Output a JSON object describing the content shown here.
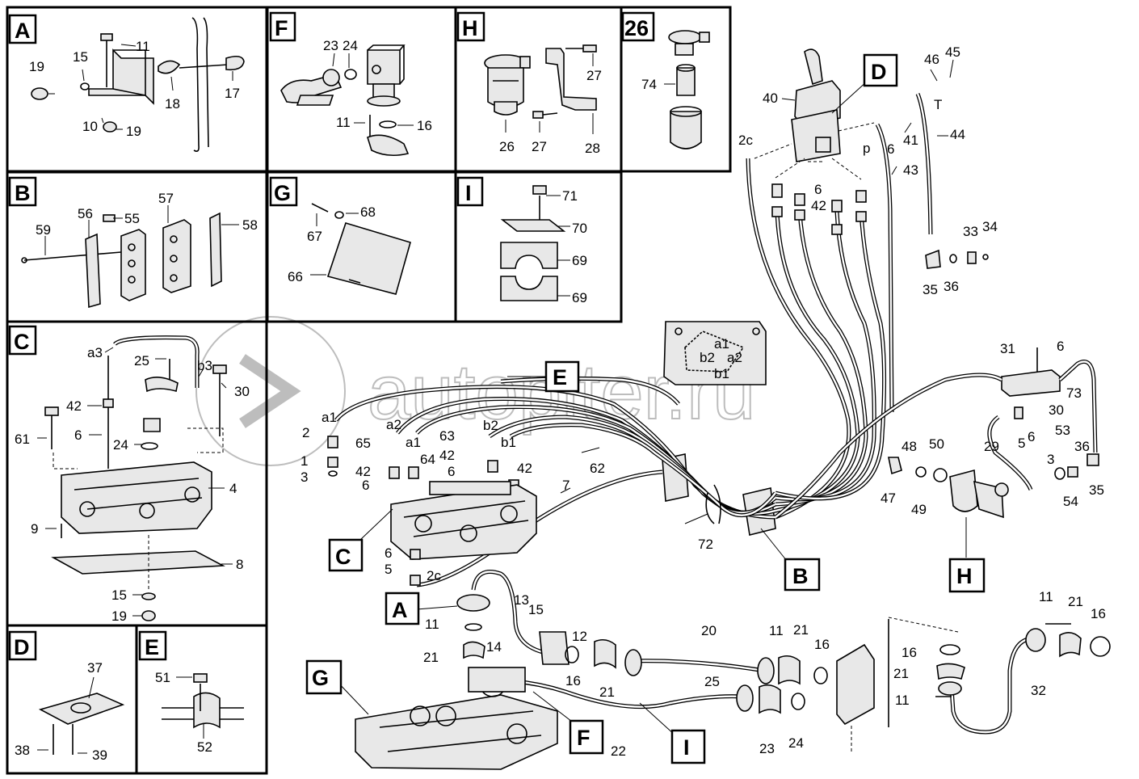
{
  "watermark": "autopiter.ru",
  "panels": [
    {
      "letter": "A"
    },
    {
      "letter": "F"
    },
    {
      "letter": "H"
    },
    {
      "letter": "26"
    },
    {
      "letter": "B"
    },
    {
      "letter": "G"
    },
    {
      "letter": "I"
    },
    {
      "letter": "C"
    },
    {
      "letter": "D"
    },
    {
      "letter": "E"
    }
  ],
  "callouts": [
    {
      "letter": "D"
    },
    {
      "letter": "E"
    },
    {
      "letter": "C"
    },
    {
      "letter": "B"
    },
    {
      "letter": "H"
    },
    {
      "letter": "A"
    },
    {
      "letter": "G"
    },
    {
      "letter": "F"
    },
    {
      "letter": "I"
    }
  ],
  "labels": [
    "11",
    "15",
    "19",
    "18",
    "17",
    "10",
    "19",
    "23",
    "24",
    "11",
    "16",
    "27",
    "26",
    "27",
    "28",
    "74",
    "56",
    "55",
    "57",
    "58",
    "59",
    "68",
    "67",
    "66",
    "71",
    "70",
    "69",
    "69",
    "a3",
    "25",
    "b3",
    "30",
    "42",
    "6",
    "24",
    "61",
    "4",
    "9",
    "8",
    "15",
    "19",
    "37",
    "38",
    "39",
    "51",
    "52",
    "40",
    "46",
    "45",
    "T",
    "2c",
    "p",
    "6",
    "41",
    "44",
    "43",
    "6",
    "42",
    "33",
    "34",
    "35",
    "36",
    "a1",
    "b2",
    "a2",
    "b1",
    "31",
    "6",
    "73",
    "30",
    "53",
    "36",
    "3",
    "54",
    "35",
    "5",
    "6",
    "29",
    "48",
    "50",
    "47",
    "49",
    "a1",
    "2",
    "1",
    "3",
    "a2",
    "65",
    "a1",
    "42",
    "6",
    "64",
    "63",
    "b2",
    "42",
    "6",
    "b1",
    "42",
    "62",
    "7",
    "72",
    "6",
    "5",
    "2c",
    "13",
    "15",
    "11",
    "12",
    "14",
    "21",
    "16",
    "21",
    "20",
    "11",
    "21",
    "16",
    "25",
    "23",
    "24",
    "22",
    "11",
    "21",
    "16",
    "16",
    "21",
    "11",
    "32"
  ]
}
